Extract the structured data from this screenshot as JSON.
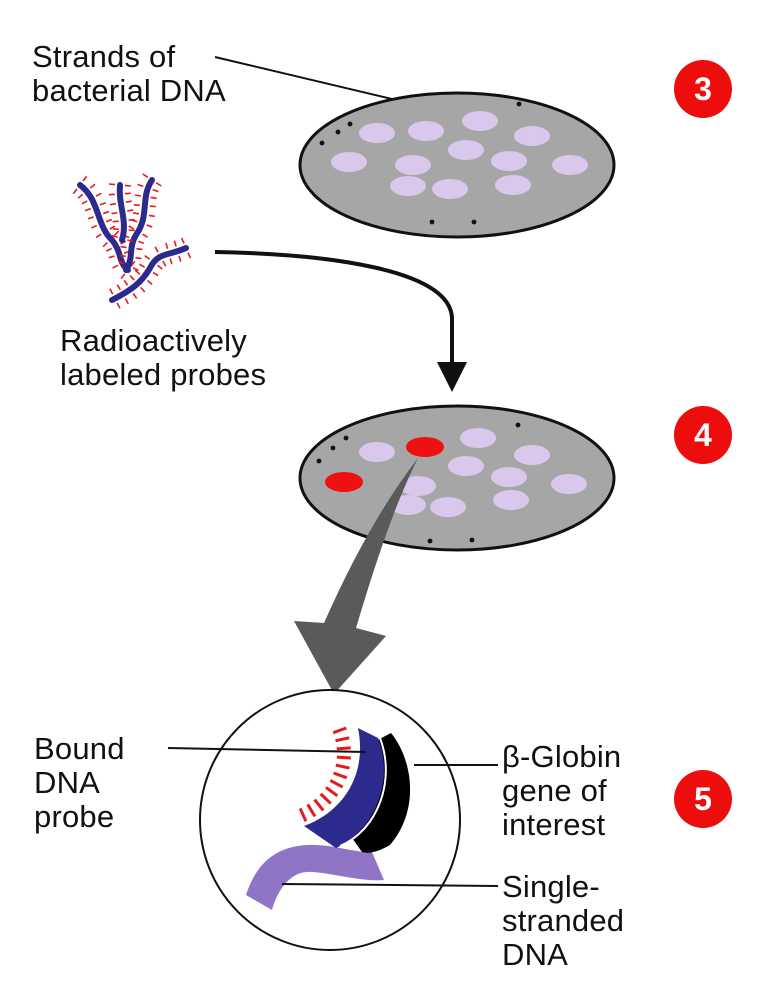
{
  "colors": {
    "plate_fill": "#a6a6a6",
    "colony": "#d9c8ec",
    "hit_colony": "#ee1111",
    "badge": "#ee0d0d",
    "probe_blue": "#2d2a8e",
    "black_strand": "#000000",
    "single_strand": "#9074c6",
    "label_red": "#e51a1a",
    "big_arrow": "#5a5a5a"
  },
  "steps": [
    {
      "number": "3"
    },
    {
      "number": "4"
    },
    {
      "number": "5"
    }
  ],
  "labels": {
    "strands": "Strands of\nbacterial DNA",
    "probes": "Radioactively\nlabeled probes",
    "bound_probe": "Bound\nDNA\nprobe",
    "globin": "β-Globin\ngene of\ninterest",
    "single": "Single-\nstranded\nDNA"
  }
}
